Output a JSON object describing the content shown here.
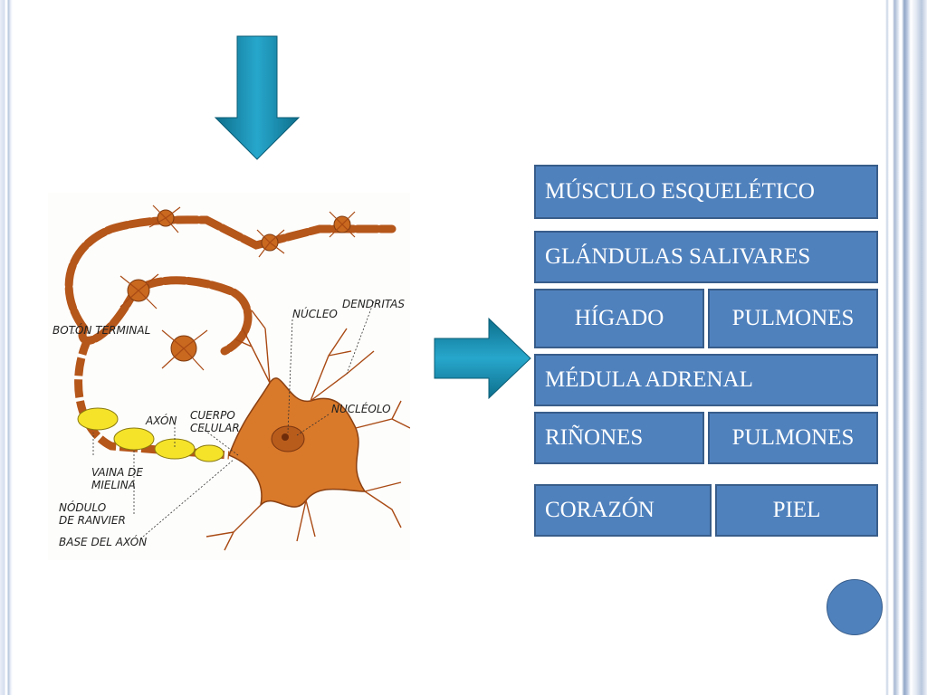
{
  "colors": {
    "box_fill": "#4f81bd",
    "box_border": "#385d8a",
    "arrow": "#1d93b5",
    "neuron_body": "#d9792a",
    "myelin": "#f5e32a"
  },
  "diagram": {
    "labels": {
      "boton_terminal": "BOTÓN TERMINAL",
      "nucleo": "NÚCLEO",
      "dendritas": "DENDRITAS",
      "nucleolo": "NUCLÉOLO",
      "axon": "AXÓN",
      "cuerpo_celular_1": "CUERPO",
      "cuerpo_celular_2": "CELULAR",
      "vaina_1": "VAINA DE",
      "vaina_2": "MIELINA",
      "nodulo_1": "NÓDULO",
      "nodulo_2": "DE RANVIER",
      "base_axon": "BASE DEL AXÓN"
    }
  },
  "boxes": {
    "musculo": "MÚSCULO ESQUELÉTICO",
    "glandulas": "GLÁNDULAS SALIVARES",
    "higado": "HÍGADO",
    "pulmones_1": "PULMONES",
    "medula": "MÉDULA ADRENAL",
    "rinones": "RIÑONES",
    "pulmones_2": "PULMONES",
    "corazon": "CORAZÓN",
    "piel": "PIEL"
  }
}
